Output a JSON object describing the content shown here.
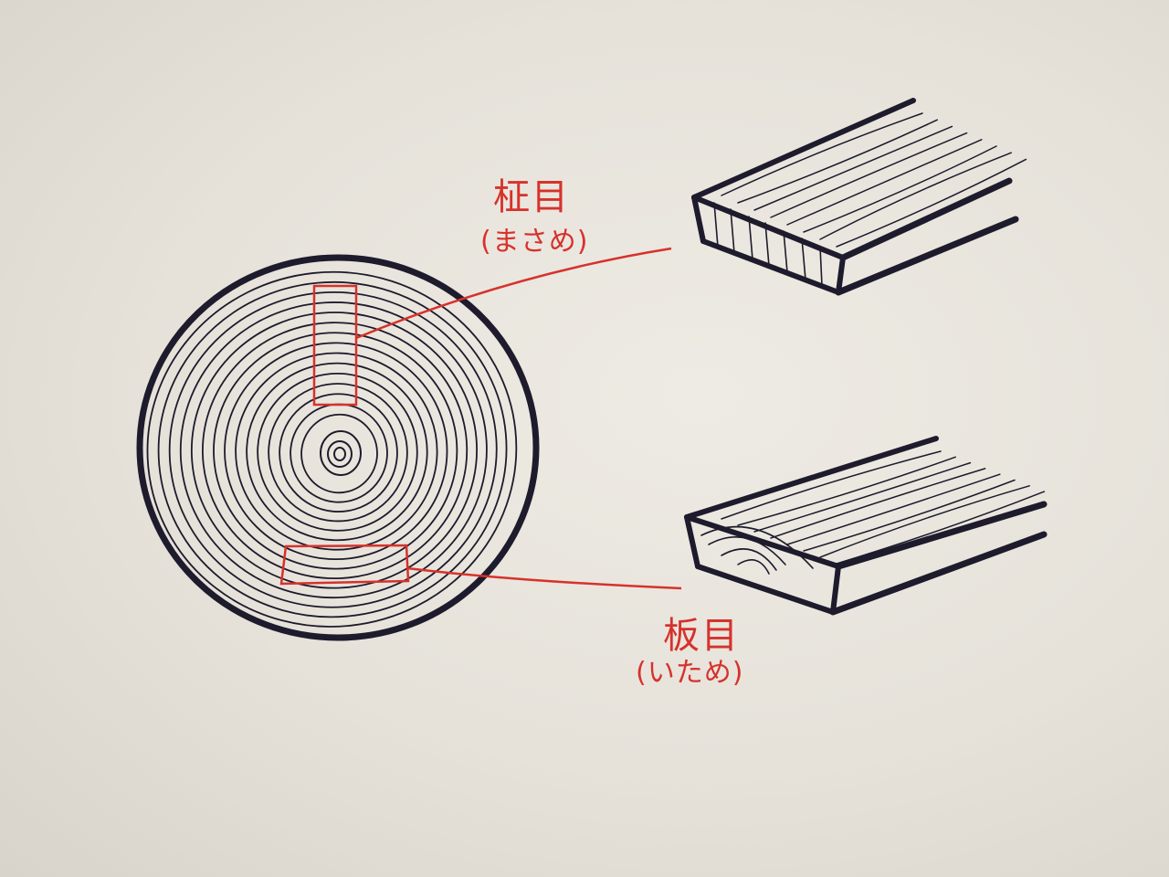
{
  "labels": {
    "masame": {
      "kanji": "柾目",
      "reading": "(まさめ)"
    },
    "itame": {
      "kanji": "板目",
      "reading": "(いため)"
    }
  },
  "colors": {
    "ink": "#1d1b2c",
    "red": "#d6322c",
    "paper": "#e8e4dc"
  }
}
